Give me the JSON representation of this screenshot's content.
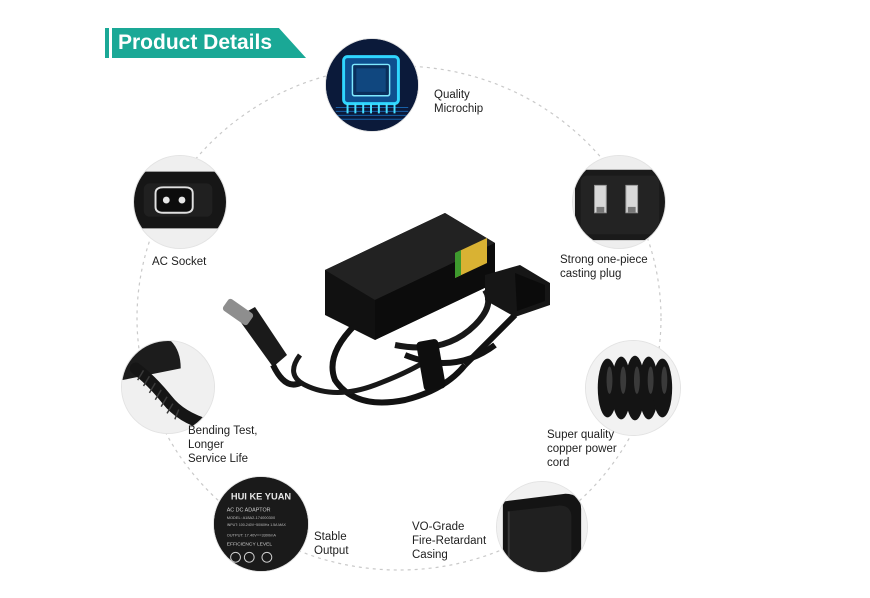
{
  "banner": {
    "title": "Product Details"
  },
  "features": {
    "microchip": "Quality\nMicrochip",
    "plug": "Strong one-piece\ncasting plug",
    "cord": "Super quality\ncopper power\ncord",
    "casing": "VO-Grade\nFire-Retardant\nCasing",
    "output": "Stable\nOutput",
    "bending": "Bending Test,\nLonger\nService Life",
    "socket": "AC Socket"
  },
  "label_plate": {
    "brand": "HUI KE YUAN",
    "type": "AC DC ADAPTOR",
    "model": "MODEL: A18A2-174000300",
    "input": "INPUT: 100-240V~50/60Hz 1.5A MAX",
    "output": "OUTPUT: 17.40V==3300mA",
    "efficiency": "EFFICIENCY LEVEL"
  },
  "colors": {
    "accent": "#1aa896",
    "chip_glow": "#2fd6ff",
    "dark": "#121212"
  }
}
